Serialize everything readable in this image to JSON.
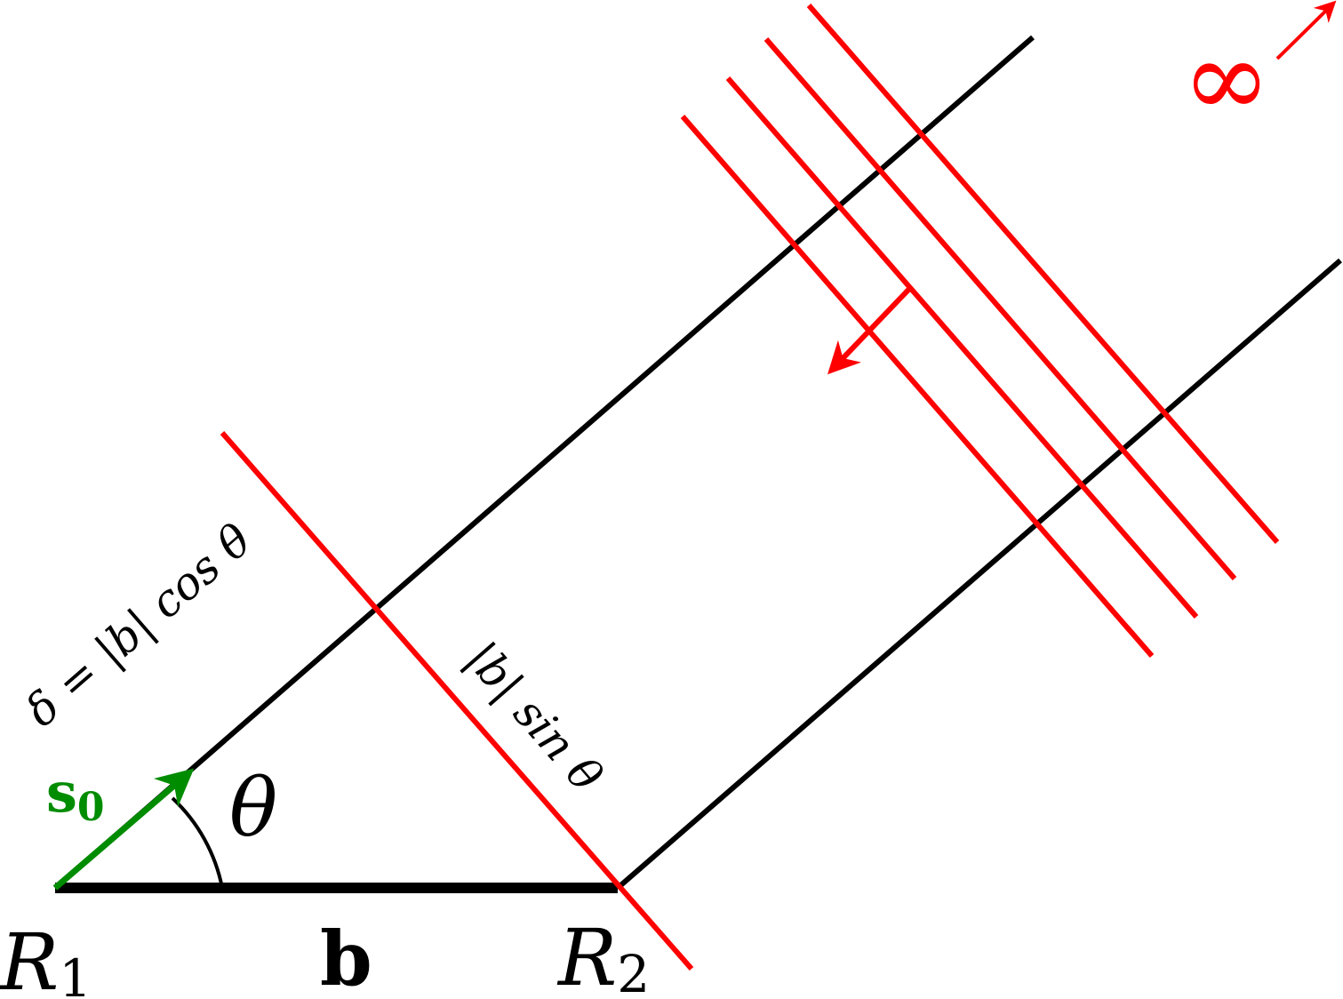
{
  "labels": {
    "r1_base": "R",
    "r1_sub": "1",
    "r2_base": "R",
    "r2_sub": "2",
    "baseline": "b",
    "theta": "θ",
    "s0_base": "s",
    "s0_sub": "0",
    "infinity": "∞",
    "delta_eq": "δ = |b| cos θ",
    "b_sin": "|b| sin θ"
  },
  "colors": {
    "line": "#000000",
    "wavefront": "#ff0000",
    "vector": "#008c00"
  }
}
